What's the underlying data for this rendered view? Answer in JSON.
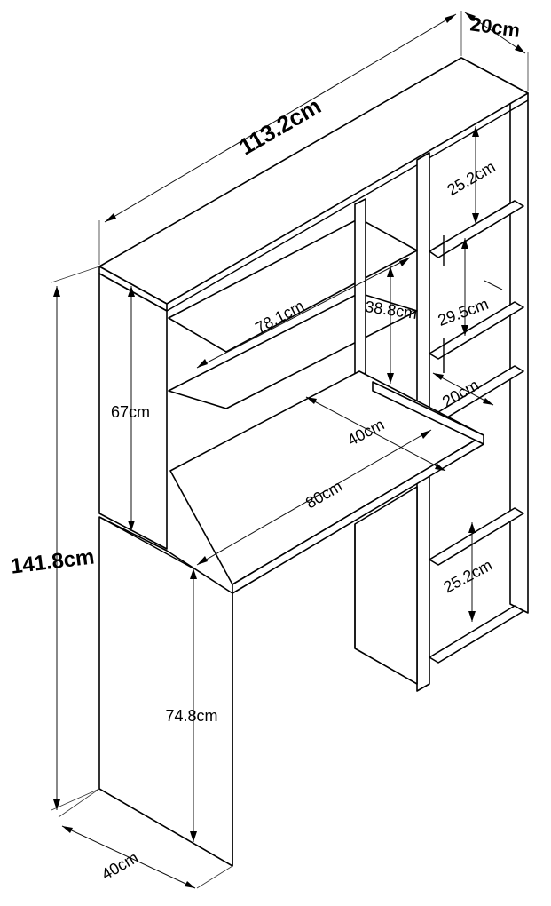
{
  "diagram": {
    "dimensions": {
      "total_width": "113.2cm",
      "depth_top": "20cm",
      "total_height": "141.8cm",
      "side_panel_height": "67cm",
      "top_shelf_width": "78.1cm",
      "hutch_opening_height": "38.8cm",
      "desk_depth": "40cm",
      "desk_width": "80cm",
      "shelf_1_height": "25.2cm",
      "shelf_2_height": "29.5cm",
      "shelf_3_height": "20cm",
      "shelf_bottom_height": "25.2cm",
      "desk_height": "74.8cm",
      "base_depth": "40cm"
    }
  }
}
